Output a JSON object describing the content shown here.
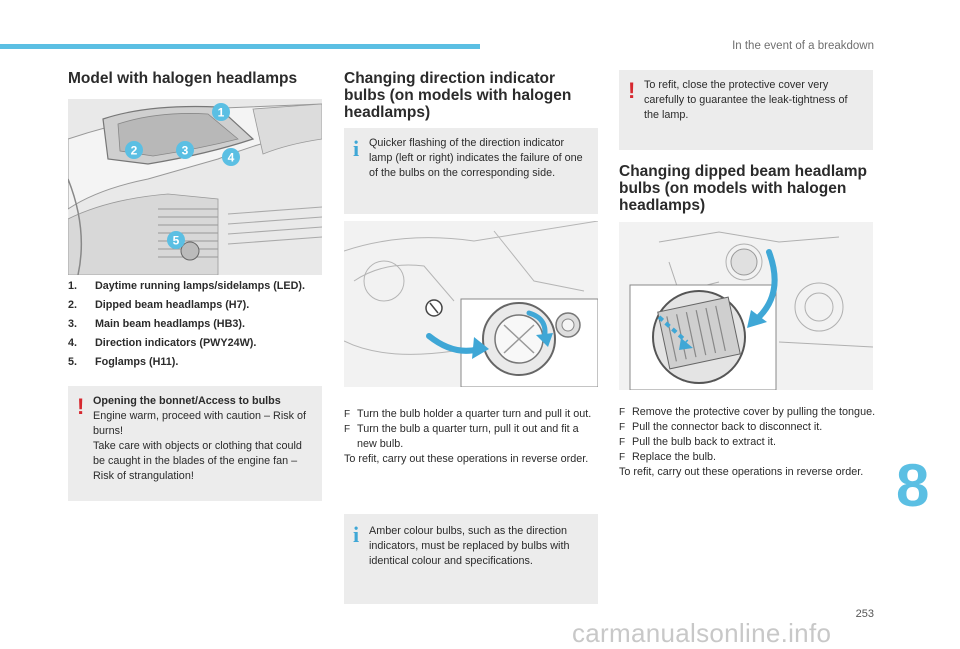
{
  "header": {
    "section": "In the event of a breakdown"
  },
  "col1": {
    "title": "Model with halogen headlamps",
    "callouts": [
      "1",
      "2",
      "3",
      "4",
      "5"
    ],
    "items": [
      {
        "n": "1.",
        "text": "Daytime running lamps/sidelamps (LED)."
      },
      {
        "n": "2.",
        "text": "Dipped beam headlamps (H7)."
      },
      {
        "n": "3.",
        "text": "Main beam headlamps (HB3)."
      },
      {
        "n": "4.",
        "text": "Direction indicators (PWY24W)."
      },
      {
        "n": "5.",
        "text": "Foglamps (H11)."
      }
    ],
    "warning": {
      "title": "Opening the bonnet/Access to bulbs",
      "line1": "Engine warm, proceed with caution – Risk of burns!",
      "line2": "Take care with objects or clothing that could be caught in the blades of the engine fan – Risk of strangulation!"
    }
  },
  "col2": {
    "title": "Changing direction indicator bulbs (on models with halogen headlamps)",
    "info1": "Quicker flashing of the direction indicator lamp (left or right) indicates the failure of one of the bulbs on the corresponding side.",
    "steps": [
      "Turn the bulb holder a quarter turn and pull it out.",
      "Turn the bulb a quarter turn, pull it out and fit a new bulb."
    ],
    "refit": "To refit, carry out these operations in reverse order.",
    "info2": "Amber colour bulbs, such as the direction indicators, must be replaced by bulbs with identical colour and specifications."
  },
  "col3": {
    "warning": "To refit, close the protective cover very carefully to guarantee the leak-tightness of the lamp.",
    "title": "Changing dipped beam headlamp bulbs (on models with halogen headlamps)",
    "steps": [
      "Remove the protective cover by pulling the tongue.",
      "Pull the connector back to disconnect it.",
      "Pull the bulb back to extract it.",
      "Replace the bulb."
    ],
    "refit": "To refit, carry out these operations in reverse order."
  },
  "symbols": {
    "warning": "!",
    "info": "i",
    "step": "F"
  },
  "footer": {
    "page": "253",
    "chapter": "8",
    "watermark": "carmanualsonline.info"
  },
  "colors": {
    "accent": "#5bbfe3",
    "warning": "#d6282f",
    "info": "#3fa7d6",
    "note_bg": "#ececec"
  }
}
